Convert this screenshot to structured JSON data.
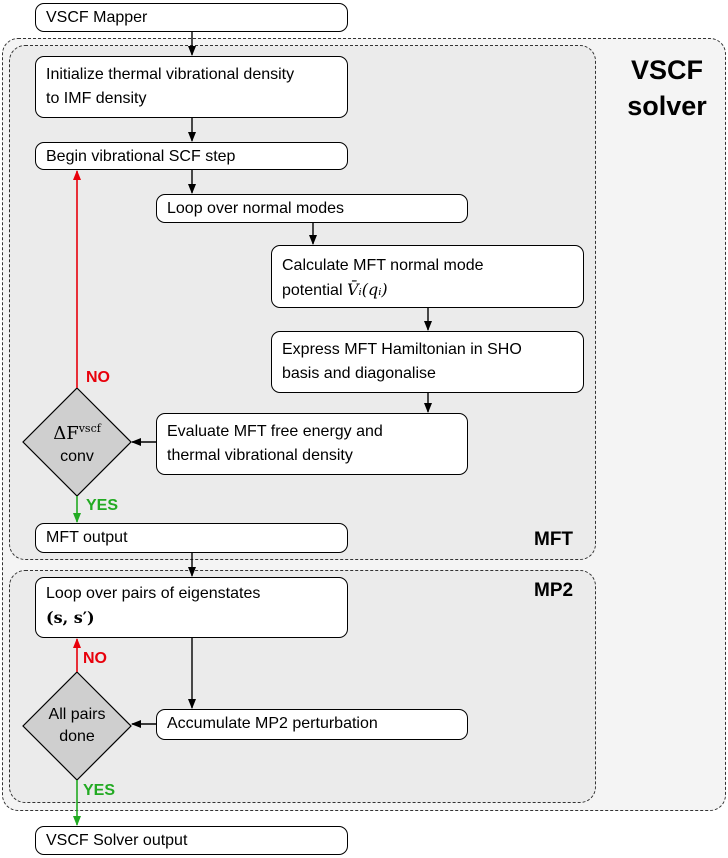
{
  "regions": {
    "vscf_solver_title_line1": "VSCF",
    "vscf_solver_title_line2": "solver",
    "mft_label": "MFT",
    "mp2_label": "MP2"
  },
  "nodes": {
    "vscf_mapper": "VSCF Mapper",
    "init_density_line1": "Initialize thermal vibrational density",
    "init_density_line2": "to IMF density",
    "begin_scf": "Begin vibrational SCF step",
    "loop_modes": "Loop over normal modes",
    "calc_potential_line1": "Calculate MFT normal mode",
    "calc_potential_line2": "potential",
    "calc_potential_math": "V̄ᵢ(qᵢ)",
    "express_ham_line1": "Express MFT Hamiltonian in SHO",
    "express_ham_line2": "basis and diagonalise",
    "eval_free_energy_line1": "Evaluate MFT free energy and",
    "eval_free_energy_line2": "thermal vibrational density",
    "mft_output": "MFT output",
    "loop_pairs_line1": "Loop over pairs of eigenstates",
    "loop_pairs_math": "(s, s′)",
    "accumulate_mp2": "Accumulate MP2 perturbation",
    "vscf_solver_output": "VSCF Solver output"
  },
  "decisions": {
    "scf_conv_math": "ΔF",
    "scf_conv_sup": "vscf",
    "scf_conv_word": "conv",
    "pairs_done_line1": "All pairs",
    "pairs_done_line2": "done"
  },
  "edge_labels": {
    "scf_no": "NO",
    "scf_yes": "YES",
    "pairs_no": "NO",
    "pairs_yes": "YES"
  },
  "colors": {
    "no_arrow": "#e8000b",
    "yes_arrow": "#22aa22",
    "region_fill": "#ebebeb",
    "outer_region_fill": "#f4f4f4",
    "decision_fill": "#cfcfcf"
  }
}
